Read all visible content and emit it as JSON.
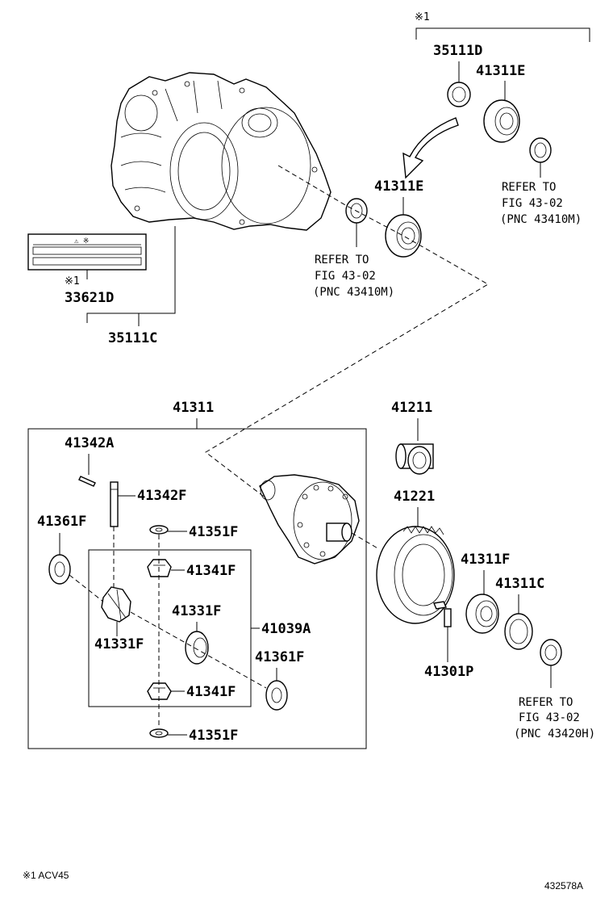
{
  "labels": {
    "35111D": "35111D",
    "41311E_top": "41311E",
    "41311E_mid": "41311E",
    "33621D": "33621D",
    "35111C": "35111C",
    "41311": "41311",
    "41211": "41211",
    "41342A": "41342A",
    "41342F": "41342F",
    "41361F_left": "41361F",
    "41351F_top": "41351F",
    "41221": "41221",
    "41341F_top": "41341F",
    "41311F": "41311F",
    "41311C": "41311C",
    "41331F_right": "41331F",
    "41039A": "41039A",
    "41331F_left": "41331F",
    "41361F_right": "41361F",
    "41301P": "41301P",
    "41341F_bottom": "41341F",
    "41351F_bottom": "41351F"
  },
  "notes": {
    "mark_top": "※1",
    "mark_label": "※1",
    "label_plate_text": "⚠ ※"
  },
  "refs": {
    "ref_a": {
      "line1": "REFER TO",
      "line2": "FIG 43-02",
      "line3": "(PNC 43410M)"
    },
    "ref_b": {
      "line1": "REFER TO",
      "line2": "FIG 43-02",
      "line3": "(PNC 43410M)"
    },
    "ref_c": {
      "line1": "REFER TO",
      "line2": "FIG 43-02",
      "line3": "(PNC 43420H)"
    }
  },
  "footer": {
    "note": "※1 ACV45",
    "fig_id": "432578A"
  }
}
